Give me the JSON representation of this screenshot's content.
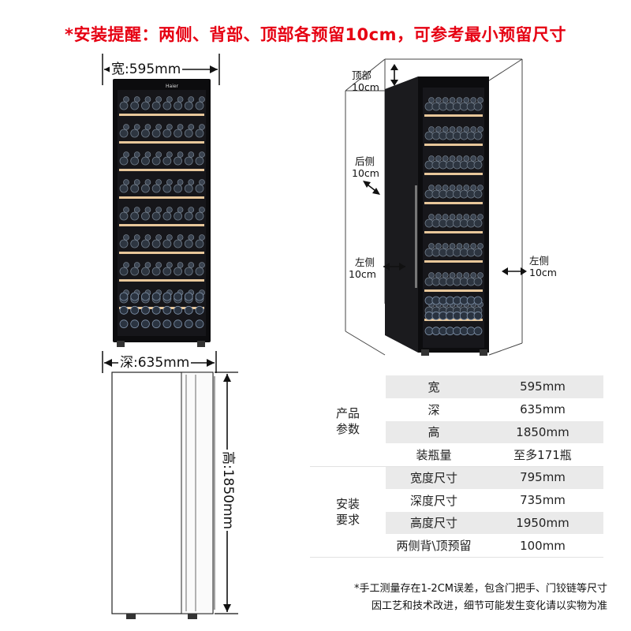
{
  "warning": "*安装提醒：两侧、背部、顶部各预留10cm，可参考最小预留尺寸",
  "front_view": {
    "width_label": "宽:595mm",
    "brand": "Haier"
  },
  "side_view": {
    "depth_label": "深:635mm",
    "height_label": "高:1850mm"
  },
  "clearance": {
    "top": [
      "顶部",
      "10cm"
    ],
    "back": [
      "后侧",
      "10cm"
    ],
    "left": [
      "左侧",
      "10cm"
    ],
    "right": [
      "左侧",
      "10cm"
    ]
  },
  "specs": {
    "product_label": [
      "产品",
      "参数"
    ],
    "product_rows": [
      {
        "key": "宽",
        "value": "595mm"
      },
      {
        "key": "深",
        "value": "635mm"
      },
      {
        "key": "高",
        "value": "1850mm"
      },
      {
        "key": "装瓶量",
        "value": "至多171瓶"
      }
    ],
    "install_label": [
      "安装",
      "要求"
    ],
    "install_rows": [
      {
        "key": "宽度尺寸",
        "value": "795mm"
      },
      {
        "key": "深度尺寸",
        "value": "735mm"
      },
      {
        "key": "高度尺寸",
        "value": "1950mm"
      },
      {
        "key": "两侧背\\顶预留",
        "value": "100mm"
      }
    ]
  },
  "notes": [
    "*手工测量存在1-2CM误差，包含门把手、门铰链等尺寸",
    "因工艺和技术改进，细节可能发生变化请以实物为准"
  ],
  "colors": {
    "warning": "#e60012",
    "cabinet": "#0c0c0e",
    "shelf": "#e8c79a"
  }
}
